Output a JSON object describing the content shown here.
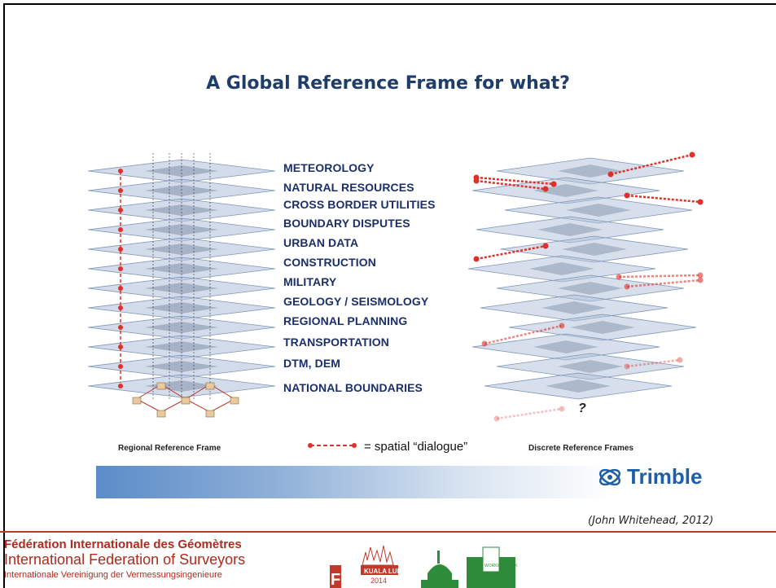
{
  "slide": {
    "title": "A Global Reference Frame for what?",
    "topics": [
      "METEOROLOGY",
      "NATURAL RESOURCES",
      "CROSS BORDER UTILITIES",
      "BOUNDARY DISPUTES",
      "URBAN DATA",
      "CONSTRUCTION",
      "MILITARY",
      "GEOLOGY / SEISMOLOGY",
      "REGIONAL PLANNING",
      "TRANSPORTATION",
      "DTM, DEM",
      "NATIONAL BOUNDARIES"
    ],
    "left_label": "Regional Reference Frame",
    "right_label": "Discrete Reference Frames",
    "legend_text": "= spatial “dialogue”",
    "question_mark": "?",
    "brand": "Trimble",
    "brand_icon": "trimble-logo-icon",
    "citation": "(John Whitehead, 2012)"
  },
  "footer": {
    "line1": "Fédération Internationale des Géomètres",
    "line2": "International Federation of Surveyors",
    "line3": "Internationale Vereinigung der Vermessungsingenieure",
    "fig_logo_text": "FIG",
    "event_logo_text": "KUALA LUMPUR",
    "event_year": "2014",
    "working_week_text": "WORKING WEEK"
  },
  "colors": {
    "title": "#1f3d6b",
    "topic": "#1b2f6b",
    "footer_red": "#b02a1e",
    "dialogue_red": "#e0302a",
    "plane_fill": "#aebfd8",
    "trimble_blue": "#1e5fa8"
  }
}
